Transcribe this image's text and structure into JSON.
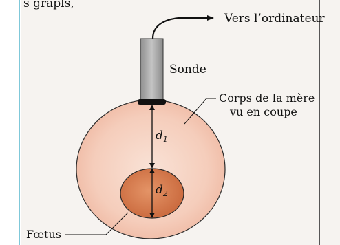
{
  "header_fragment": "s grapls,",
  "labels": {
    "computer": "Vers l’ordinateur",
    "probe": "Sonde",
    "body_line1": "Corps de la mère",
    "body_line2": "vu en coupe",
    "fetus": "Fœtus"
  },
  "distances": {
    "d1_var": "d",
    "d1_sub": "1",
    "d2_var": "d",
    "d2_sub": "2"
  },
  "colors": {
    "page_bg": "#ffffff",
    "figure_bg": "#f6f3f0",
    "accent_rule": "#7fc8d9",
    "body_fill": "#f4c6b4",
    "body_edge": "#2a2a2a",
    "fetus_fill": "#d97a4f",
    "probe_fill": "#a9a9a9"
  }
}
